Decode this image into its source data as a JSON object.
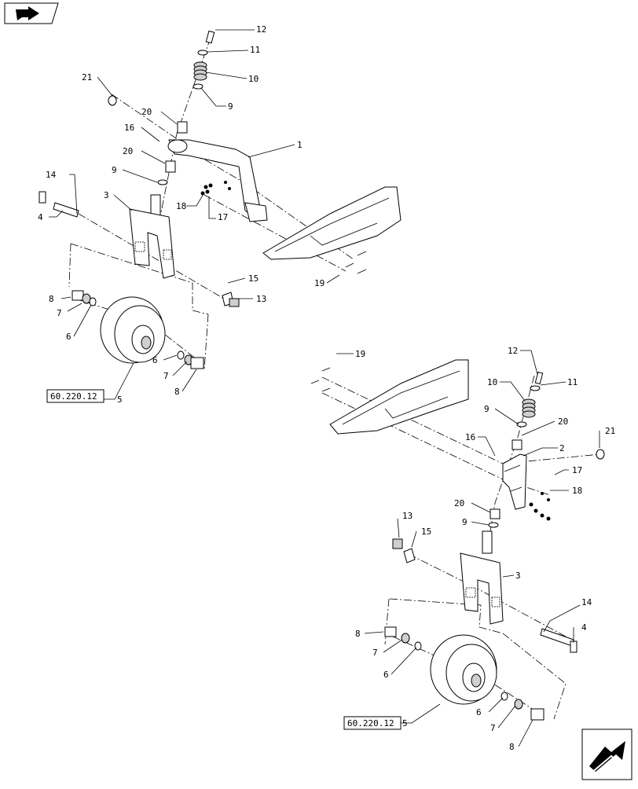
{
  "icons": {
    "top_nav": "back-arrow-icon",
    "bottom_nav": "next-page-arrow-icon"
  },
  "refs": {
    "left_ref": "60.220.12",
    "right_ref": "60.220.12"
  },
  "callouts_left": {
    "c1": "1",
    "c3": "3",
    "c4": "4",
    "c5": "5",
    "c6a": "6",
    "c6b": "6",
    "c7a": "7",
    "c7b": "7",
    "c8a": "8",
    "c8b": "8",
    "c9a": "9",
    "c9b": "9",
    "c10": "10",
    "c11": "11",
    "c12": "12",
    "c13": "13",
    "c14": "14",
    "c15": "15",
    "c16": "16",
    "c17": "17",
    "c18": "18",
    "c19": "19",
    "c20a": "20",
    "c20b": "20",
    "c21": "21"
  },
  "callouts_right": {
    "c2": "2",
    "c3": "3",
    "c4": "4",
    "c5": "5",
    "c6a": "6",
    "c6b": "6",
    "c7a": "7",
    "c7b": "7",
    "c8a": "8",
    "c8b": "8",
    "c9a": "9",
    "c9b": "9",
    "c10": "10",
    "c11": "11",
    "c12": "12",
    "c13": "13",
    "c14": "14",
    "c15": "15",
    "c16": "16",
    "c17": "17",
    "c18": "18",
    "c19": "19",
    "c20a": "20",
    "c20b": "20",
    "c21": "21"
  }
}
